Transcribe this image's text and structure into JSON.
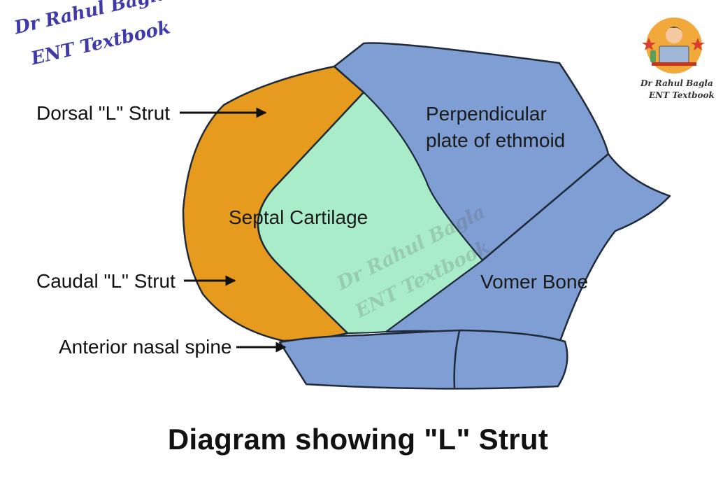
{
  "title": "Diagram showing \"L\" Strut",
  "labels": {
    "dorsal": "Dorsal \"L\" Strut",
    "caudal": "Caudal \"L\" Strut",
    "anterior_spine": "Anterior nasal spine"
  },
  "regions": {
    "septal_cartilage": "Septal Cartilage",
    "perpendicular_plate_line1": "Perpendicular",
    "perpendicular_plate_line2": "plate of ethmoid",
    "vomer": "Vomer Bone"
  },
  "branding": {
    "top_left_line1": "Dr Rahul Bagla",
    "top_left_line2": "ENT Textbook",
    "top_right_line1": "Dr Rahul Bagla",
    "top_right_line2": "ENT Textbook",
    "watermark_line1": "Dr Rahul Bagla",
    "watermark_line2": "ENT Textbook"
  },
  "colors": {
    "strut_orange": "#e69a1e",
    "cartilage_green": "#a9ecc9",
    "bone_blue": "#7f9ed3",
    "outline": "#1f2a3a"
  }
}
